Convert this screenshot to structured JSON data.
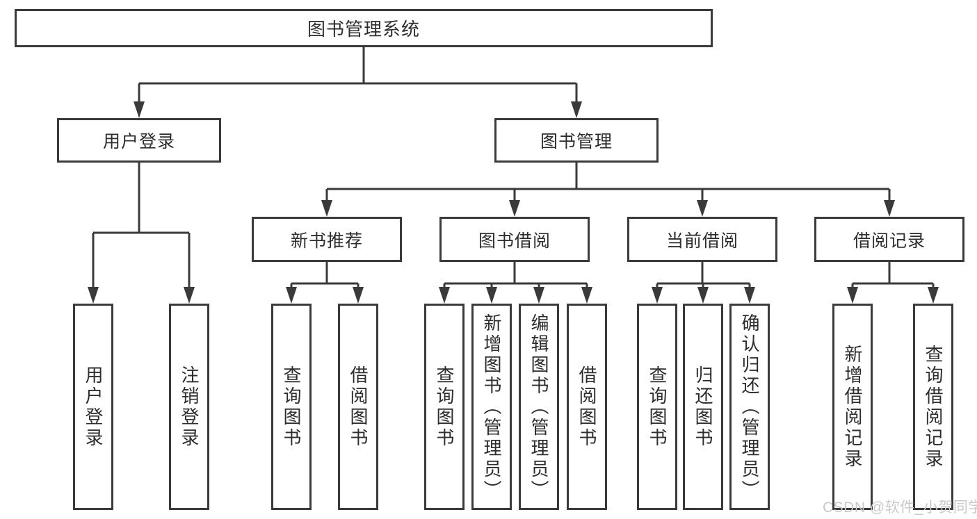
{
  "diagram": {
    "nodes": {
      "root": "图书管理系统",
      "user_login": "用户登录",
      "book_mgmt": "图书管理",
      "new_books": "新书推荐",
      "book_borrow": "图书借阅",
      "current_borrow": "当前借阅",
      "borrow_records": "借阅记录"
    },
    "leaf_groups": [
      {
        "parent": "user_login",
        "items": [
          "用户登录",
          "注销登录"
        ]
      },
      {
        "parent": "new_books",
        "items": [
          "查询图书",
          "借阅图书"
        ]
      },
      {
        "parent": "book_borrow",
        "items": [
          "查询图书",
          "新增图书（管理员）",
          "编辑图书（管理员）",
          "借阅图书"
        ]
      },
      {
        "parent": "current_borrow",
        "items": [
          "查询图书",
          "归还图书",
          "确认归还（管理员）"
        ]
      },
      {
        "parent": "borrow_records",
        "items": [
          "新增借阅记录",
          "查询借阅记录"
        ]
      }
    ],
    "watermark": "CSDN @软件_小贺同学",
    "colors": {
      "line": "#3a3a3a",
      "text": "#2d2d2d",
      "box_background": "#ffffff",
      "watermark": "#c9c9c9",
      "background": "#ffffff"
    }
  }
}
